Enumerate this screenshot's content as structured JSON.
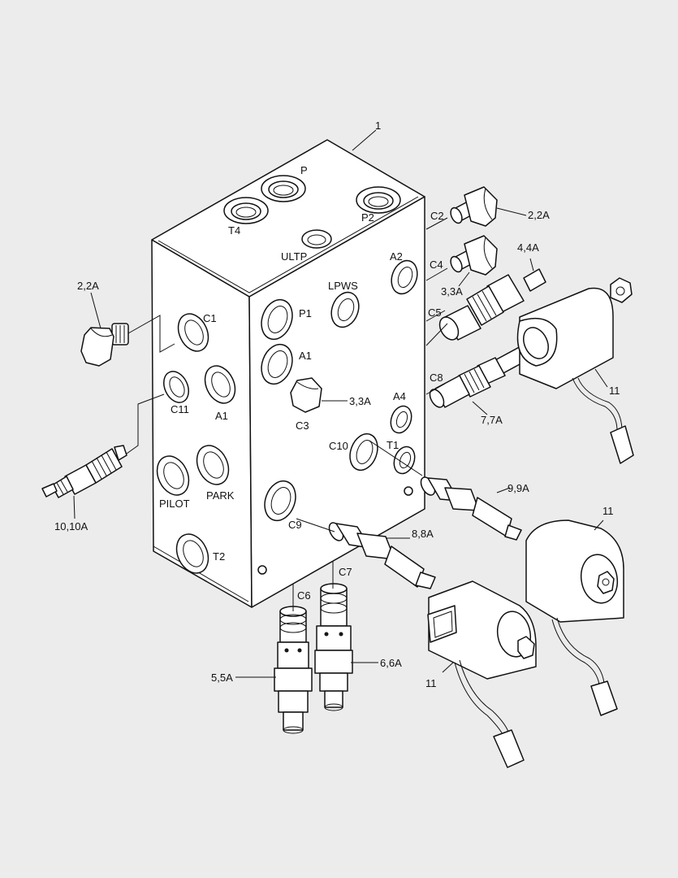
{
  "diagram": {
    "title": "",
    "labels": {
      "item_1": "1",
      "P": "P",
      "T4": "T4",
      "P2": "P2",
      "ULTP": "ULTP",
      "C2": "C2",
      "item_2_2A_right": "2,2A",
      "A2": "A2",
      "C4": "C4",
      "item_4_4A": "4,4A",
      "item_3_3A_top": "3,3A",
      "C5": "C5",
      "LPWS": "LPWS",
      "P1": "P1",
      "A1_front": "A1",
      "C1": "C1",
      "item_2_2A_left": "2,2A",
      "C11": "C11",
      "A1_side": "A1",
      "C3": "C3",
      "item_3_3A_mid": "3,3A",
      "C8": "C8",
      "item_7_7A": "7,7A",
      "A4": "A4",
      "C10": "C10",
      "T1": "T1",
      "item_11_top": "11",
      "item_9_9A": "9,9A",
      "PILOT": "PILOT",
      "PARK": "PARK",
      "item_10_10A": "10,10A",
      "C9": "C9",
      "item_8_8A": "8,8A",
      "T2": "T2",
      "C7": "C7",
      "C6": "C6",
      "item_11_mid": "11",
      "item_5_5A": "5,5A",
      "item_6_6A": "6,6A",
      "item_11_bottom": "11"
    },
    "colors": {
      "background": "#ececec",
      "line": "#111111",
      "fill": "#ffffff"
    }
  }
}
